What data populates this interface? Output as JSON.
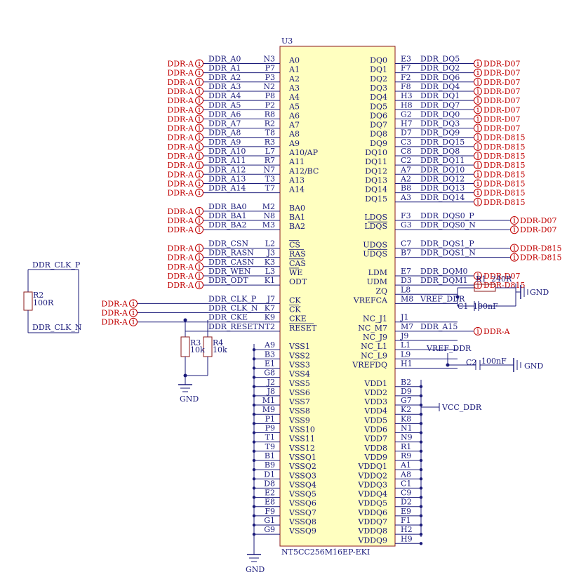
{
  "chip": {
    "ref": "U3",
    "part": "NT5CC256M16EP-EKI",
    "fill": "#ffffc0",
    "left_pins": [
      {
        "name": "A0",
        "num": "N3",
        "net": "DDR_A0",
        "port": "DDR-A"
      },
      {
        "name": "A1",
        "num": "P7",
        "net": "DDR_A1",
        "port": "DDR-A"
      },
      {
        "name": "A2",
        "num": "P3",
        "net": "DDR_A2",
        "port": "DDR-A"
      },
      {
        "name": "A3",
        "num": "N2",
        "net": "DDR_A3",
        "port": "DDR-A"
      },
      {
        "name": "A4",
        "num": "P8",
        "net": "DDR_A4",
        "port": "DDR-A"
      },
      {
        "name": "A5",
        "num": "P2",
        "net": "DDR_A5",
        "port": "DDR-A"
      },
      {
        "name": "A6",
        "num": "R8",
        "net": "DDR_A6",
        "port": "DDR-A"
      },
      {
        "name": "A7",
        "num": "R2",
        "net": "DDR_A7",
        "port": "DDR-A"
      },
      {
        "name": "A8",
        "num": "T8",
        "net": "DDR_A8",
        "port": "DDR-A"
      },
      {
        "name": "A9",
        "num": "R3",
        "net": "DDR_A9",
        "port": "DDR-A"
      },
      {
        "name": "A10/AP",
        "num": "L7",
        "net": "DDR_A10",
        "port": "DDR-A"
      },
      {
        "name": "A11",
        "num": "R7",
        "net": "DDR_A11",
        "port": "DDR-A"
      },
      {
        "name": "A12/BC",
        "num": "N7",
        "net": "DDR_A12",
        "port": "DDR-A"
      },
      {
        "name": "A13",
        "num": "T3",
        "net": "DDR_A13",
        "port": "DDR-A"
      },
      {
        "name": "A14",
        "num": "T7",
        "net": "DDR_A14",
        "port": "DDR-A"
      },
      {
        "name": "",
        "num": "",
        "net": "",
        "port": ""
      },
      {
        "name": "BA0",
        "num": "M2",
        "net": "DDR_BA0",
        "port": "DDR-A"
      },
      {
        "name": "BA1",
        "num": "N8",
        "net": "DDR_BA1",
        "port": "DDR-A"
      },
      {
        "name": "BA2",
        "num": "M3",
        "net": "DDR_BA2",
        "port": "DDR-A"
      },
      {
        "name": "",
        "num": "",
        "net": "",
        "port": ""
      },
      {
        "name": "CS",
        "num": "L2",
        "net": "DDR_CSN",
        "port": "DDR-A"
      },
      {
        "name": "RAS",
        "num": "J3",
        "net": "DDR_RASN",
        "port": "DDR-A"
      },
      {
        "name": "CAS",
        "num": "K3",
        "net": "DDR_CASN",
        "port": "DDR-A"
      },
      {
        "name": "WE",
        "num": "L3",
        "net": "DDR_WEN",
        "port": "DDR-A"
      },
      {
        "name": "ODT",
        "num": "K1",
        "net": "DDR_ODT",
        "port": "DDR-A"
      },
      {
        "name": "",
        "num": "",
        "net": "",
        "port": ""
      },
      {
        "name": "CK",
        "num": "J7",
        "net": "DDR_CLK_P",
        "port": "DDR-A"
      },
      {
        "name": "CK",
        "num": "K7",
        "net": "DDR_CLK_N",
        "port": "DDR-A"
      },
      {
        "name": "CKE",
        "num": "K9",
        "net": "DDR_CKE",
        "port": "DDR-A"
      },
      {
        "name": "RESET",
        "num": "T2",
        "net": "DDR_RESETN",
        "port": ""
      },
      {
        "name": "",
        "num": "",
        "net": "",
        "port": ""
      },
      {
        "name": "VSS1",
        "num": "A9",
        "net": "",
        "port": ""
      },
      {
        "name": "VSS2",
        "num": "B3",
        "net": "",
        "port": ""
      },
      {
        "name": "VSS3",
        "num": "E1",
        "net": "",
        "port": ""
      },
      {
        "name": "VSS4",
        "num": "G8",
        "net": "",
        "port": ""
      },
      {
        "name": "VSS5",
        "num": "J2",
        "net": "",
        "port": ""
      },
      {
        "name": "VSS6",
        "num": "J8",
        "net": "",
        "port": ""
      },
      {
        "name": "VSS7",
        "num": "M1",
        "net": "",
        "port": ""
      },
      {
        "name": "VSS8",
        "num": "M9",
        "net": "",
        "port": ""
      },
      {
        "name": "VSS9",
        "num": "P1",
        "net": "",
        "port": ""
      },
      {
        "name": "VSS10",
        "num": "P9",
        "net": "",
        "port": ""
      },
      {
        "name": "VSS11",
        "num": "T1",
        "net": "",
        "port": ""
      },
      {
        "name": "VSS12",
        "num": "T9",
        "net": "",
        "port": ""
      },
      {
        "name": "VSSQ1",
        "num": "B1",
        "net": "",
        "port": ""
      },
      {
        "name": "VSSQ2",
        "num": "B9",
        "net": "",
        "port": ""
      },
      {
        "name": "VSSQ3",
        "num": "D1",
        "net": "",
        "port": ""
      },
      {
        "name": "VSSQ4",
        "num": "D8",
        "net": "",
        "port": ""
      },
      {
        "name": "VSSQ5",
        "num": "E2",
        "net": "",
        "port": ""
      },
      {
        "name": "VSSQ6",
        "num": "E8",
        "net": "",
        "port": ""
      },
      {
        "name": "VSSQ7",
        "num": "F9",
        "net": "",
        "port": ""
      },
      {
        "name": "VSSQ8",
        "num": "G1",
        "net": "",
        "port": ""
      },
      {
        "name": "VSSQ9",
        "num": "G9",
        "net": "",
        "port": ""
      }
    ],
    "right_pins": [
      {
        "name": "DQ0",
        "num": "E3",
        "net": "DDR_DQ5",
        "port": "DDR-D07"
      },
      {
        "name": "DQ1",
        "num": "F7",
        "net": "DDR_DQ2",
        "port": "DDR-D07"
      },
      {
        "name": "DQ2",
        "num": "F2",
        "net": "DDR_DQ6",
        "port": "DDR-D07"
      },
      {
        "name": "DQ3",
        "num": "F8",
        "net": "DDR_DQ4",
        "port": "DDR-D07"
      },
      {
        "name": "DQ4",
        "num": "H3",
        "net": "DDR_DQ1",
        "port": "DDR-D07"
      },
      {
        "name": "DQ5",
        "num": "H8",
        "net": "DDR_DQ7",
        "port": "DDR-D07"
      },
      {
        "name": "DQ6",
        "num": "G2",
        "net": "DDR_DQ0",
        "port": "DDR-D07"
      },
      {
        "name": "DQ7",
        "num": "H7",
        "net": "DDR_DQ3",
        "port": "DDR-D07"
      },
      {
        "name": "DQ8",
        "num": "D7",
        "net": "DDR_DQ9",
        "port": "DDR-D815"
      },
      {
        "name": "DQ9",
        "num": "C3",
        "net": "DDR_DQ15",
        "port": "DDR-D815"
      },
      {
        "name": "DQ10",
        "num": "C8",
        "net": "DDR_DQ8",
        "port": "DDR-D815"
      },
      {
        "name": "DQ11",
        "num": "C2",
        "net": "DDR_DQ11",
        "port": "DDR-D815"
      },
      {
        "name": "DQ12",
        "num": "A7",
        "net": "DDR_DQ10",
        "port": "DDR-D815"
      },
      {
        "name": "DQ13",
        "num": "A2",
        "net": "DDR_DQ12",
        "port": "DDR-D815"
      },
      {
        "name": "DQ14",
        "num": "B8",
        "net": "DDR_DQ13",
        "port": "DDR-D815"
      },
      {
        "name": "DQ15",
        "num": "A3",
        "net": "DDR_DQ14",
        "port": "DDR-D815"
      },
      {
        "name": "",
        "num": "",
        "net": "",
        "port": ""
      },
      {
        "name": "LDQS",
        "num": "F3",
        "net": "DDR_DQS0_P",
        "port": "DDR-D07"
      },
      {
        "name": "LDQS",
        "num": "G3",
        "net": "DDR_DQS0_N",
        "port": "DDR-D07"
      },
      {
        "name": "",
        "num": "",
        "net": "",
        "port": ""
      },
      {
        "name": "UDQS",
        "num": "C7",
        "net": "DDR_DQS1_P",
        "port": "DDR-D815"
      },
      {
        "name": "UDQS",
        "num": "B7",
        "net": "DDR_DQS1_N",
        "port": "DDR-D815"
      },
      {
        "name": "",
        "num": "",
        "net": "",
        "port": ""
      },
      {
        "name": "LDM",
        "num": "E7",
        "net": "DDR_DQM0",
        "port": "DDR-D07"
      },
      {
        "name": "UDM",
        "num": "D3",
        "net": "DDR_DQM1",
        "port": "DDR-D815"
      },
      {
        "name": "ZQ",
        "num": "L8",
        "net": "",
        "port": ""
      },
      {
        "name": "VREFCA",
        "num": "M8",
        "net": "VREF_DDR",
        "port": ""
      },
      {
        "name": "",
        "num": "",
        "net": "",
        "port": ""
      },
      {
        "name": "NC_J1",
        "num": "J1",
        "net": "",
        "port": ""
      },
      {
        "name": "NC_M7",
        "num": "M7",
        "net": "DDR_A15",
        "port": "DDR-A"
      },
      {
        "name": "NC_J9",
        "num": "J9",
        "net": "",
        "port": ""
      },
      {
        "name": "NC_L1",
        "num": "L1",
        "net": "",
        "port": ""
      },
      {
        "name": "NC_L9",
        "num": "L9",
        "net": "",
        "port": ""
      },
      {
        "name": "VREFDQ",
        "num": "H1",
        "net": "",
        "port": ""
      },
      {
        "name": "",
        "num": "",
        "net": "",
        "port": ""
      },
      {
        "name": "VDD1",
        "num": "B2",
        "net": "",
        "port": ""
      },
      {
        "name": "VDD2",
        "num": "D9",
        "net": "",
        "port": ""
      },
      {
        "name": "VDD3",
        "num": "G7",
        "net": "",
        "port": ""
      },
      {
        "name": "VDD4",
        "num": "K2",
        "net": "",
        "port": ""
      },
      {
        "name": "VDD5",
        "num": "K8",
        "net": "",
        "port": ""
      },
      {
        "name": "VDD6",
        "num": "N1",
        "net": "",
        "port": ""
      },
      {
        "name": "VDD7",
        "num": "N9",
        "net": "",
        "port": ""
      },
      {
        "name": "VDD8",
        "num": "R1",
        "net": "",
        "port": ""
      },
      {
        "name": "VDD9",
        "num": "R9",
        "net": "",
        "port": ""
      },
      {
        "name": "VDDQ1",
        "num": "A1",
        "net": "",
        "port": ""
      },
      {
        "name": "VDDQ2",
        "num": "A8",
        "net": "",
        "port": ""
      },
      {
        "name": "VDDQ3",
        "num": "C1",
        "net": "",
        "port": ""
      },
      {
        "name": "VDDQ4",
        "num": "C9",
        "net": "",
        "port": ""
      },
      {
        "name": "VDDQ5",
        "num": "D2",
        "net": "",
        "port": ""
      },
      {
        "name": "VDDQ6",
        "num": "E9",
        "net": "",
        "port": ""
      },
      {
        "name": "VDDQ7",
        "num": "F1",
        "net": "",
        "port": ""
      },
      {
        "name": "VDDQ8",
        "num": "H2",
        "net": "",
        "port": ""
      },
      {
        "name": "VDDQ9",
        "num": "H9",
        "net": "",
        "port": ""
      }
    ]
  },
  "clock_term": {
    "net_p": "DDR_CLK_P",
    "net_n": "DDR_CLK_N",
    "ref": "R2",
    "value": "100R"
  },
  "cke_pulldowns": [
    {
      "ref": "R3",
      "value": "10k"
    },
    {
      "ref": "R4",
      "value": "10k"
    }
  ],
  "gnd_label": "GND",
  "zq": {
    "r_ref": "R1",
    "r_value": "240R",
    "c_ref": "C1",
    "c_value": "100nF",
    "gnd": "GND"
  },
  "vrefdq": {
    "net": "VREF_DDR",
    "c_ref": "C2",
    "c_value": "100nF",
    "gnd": "GND"
  },
  "vdd_net": "VCC_DDR",
  "colors": {
    "wire": "#1a1a7a",
    "text": "#1a1a7a",
    "port": "#c00000",
    "chip_border": "#8b1a1a"
  }
}
